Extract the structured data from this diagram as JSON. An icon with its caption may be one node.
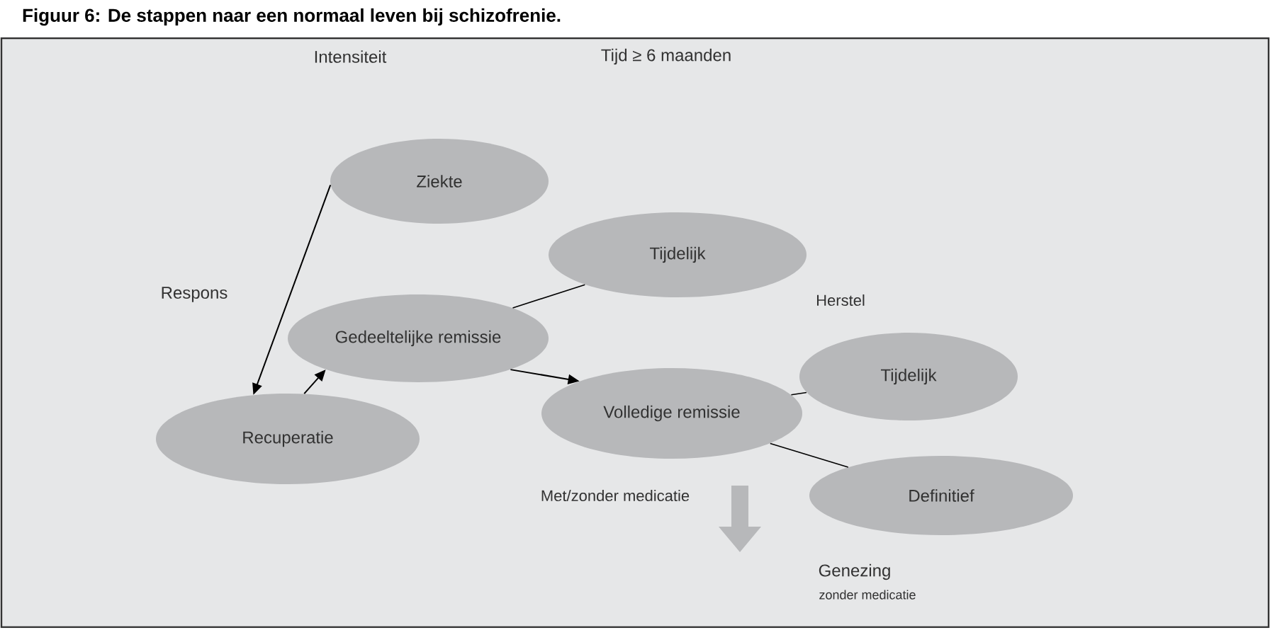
{
  "diagram": {
    "title": "Figuur 6: De stappen naar een normaal leven bij schizofrenie.",
    "nodes": [
      {
        "text": [
          "Ziekte"
        ]
      },
      {
        "text": [
          "Tijdelijk"
        ]
      },
      {
        "text": [
          "Gedeeltelijke remissie"
        ]
      },
      {
        "text": [
          "Recuperatie"
        ]
      },
      {
        "text": [
          "Volledige remissie"
        ]
      },
      {
        "text": [
          "Tijdelijk"
        ]
      },
      {
        "text": [
          "Definitief"
        ]
      }
    ],
    "edges": [
      {
        "from": 0,
        "to": 3,
        "arrow": "to",
        "label": "Respons"
      },
      {
        "from": 3,
        "to": 2,
        "arrow": "to"
      },
      {
        "from": 2,
        "to": 4,
        "arrow": "to"
      },
      {
        "from": 2,
        "to": 1,
        "arrow": "none"
      },
      {
        "from": 4,
        "to": 5,
        "arrow": "none"
      },
      {
        "from": 4,
        "to": 6,
        "arrow": "none"
      }
    ],
    "labels": [
      "Intensiteit",
      "Tijd ≥ 6 maanden",
      "Herstel",
      "Met/zonder medicatie",
      "Genezing",
      "zonder medicatie"
    ]
  }
}
